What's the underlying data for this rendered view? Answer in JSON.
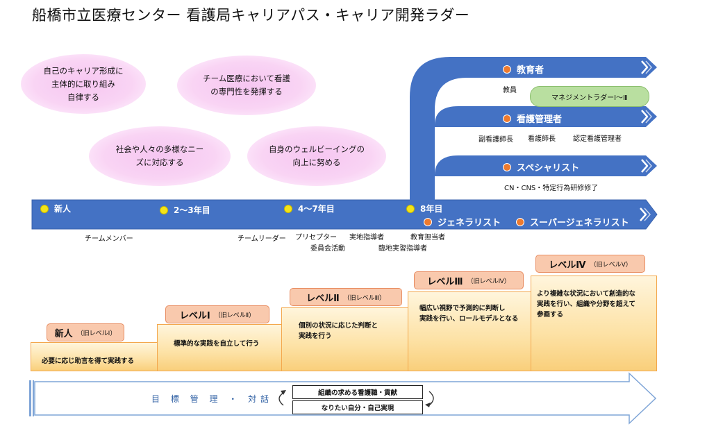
{
  "title": "船橋市立医療センター 看護局キャリアパス・キャリア開発ラダー",
  "bubbles": [
    {
      "lines": [
        "自己のキャリア形成に",
        "主体的に取り組み",
        "自律する"
      ]
    },
    {
      "lines": [
        "チーム医療において看護",
        "の専門性を発揮する"
      ]
    },
    {
      "lines": [
        "社会や人々の多様なニー",
        "ズに対応する"
      ]
    },
    {
      "lines": [
        "自身のウェルビーイングの",
        "向上に努める"
      ]
    }
  ],
  "timeline": {
    "milestones": [
      "新人",
      "2〜3年目",
      "4〜7年目",
      "8年目"
    ],
    "generalist": "ジェネラリスト",
    "super_generalist": "スーパージェネラリスト"
  },
  "branches": {
    "educator": "教育者",
    "educator_sub": "教員",
    "management_ladder": "マネジメントラダーⅠ〜Ⅲ",
    "manager": "看護管理者",
    "manager_roles": [
      "副看護師長",
      "看護師長",
      "認定看護管理者"
    ],
    "specialist": "スペシャリスト",
    "specialist_sub": "CN・CNS・特定行為研修修了"
  },
  "roles": {
    "team_member": "チームメンバー",
    "team_leader": "チームリーダー",
    "preceptor": "プリセプター",
    "committee": "委員会活動",
    "clinical_instructor": "実地指導者",
    "practicum_instructor": "臨地実習指導者",
    "education_staff": "教育担当者"
  },
  "levels": [
    {
      "name": "新人",
      "old": "（旧レベルⅠ）",
      "desc": [
        "必要に応じ助言を得て実践する"
      ]
    },
    {
      "name": "レベルⅠ",
      "old": "（旧レベルⅡ）",
      "desc": [
        "標準的な実践を自立して行う"
      ]
    },
    {
      "name": "レベルⅡ",
      "old": "（旧レベルⅢ）",
      "desc": [
        "個別の状況に応じた判断と",
        "実践を行う"
      ]
    },
    {
      "name": "レベルⅢ",
      "old": "（旧レベルⅣ）",
      "desc": [
        "幅広い視野で予測的に判断し",
        "実践を行い、ロールモデルとなる"
      ]
    },
    {
      "name": "レベルⅣ",
      "old": "（旧レベルⅤ）",
      "desc": [
        "より複雑な状況において創造的な",
        "実践を行い、組織や分野を超えて",
        "参画する"
      ]
    }
  ],
  "goal": {
    "label": "目 標 管 理 ・ 対話",
    "box1": "組織の求める看護職・貢献",
    "box2": "なりたい自分・自己実現"
  },
  "colors": {
    "blue": "#4472c4",
    "bubble": "#f6c6f1",
    "step_border": "#f3a74c",
    "level_tag": "#f9c9ad",
    "green": "#b9dfa0"
  }
}
